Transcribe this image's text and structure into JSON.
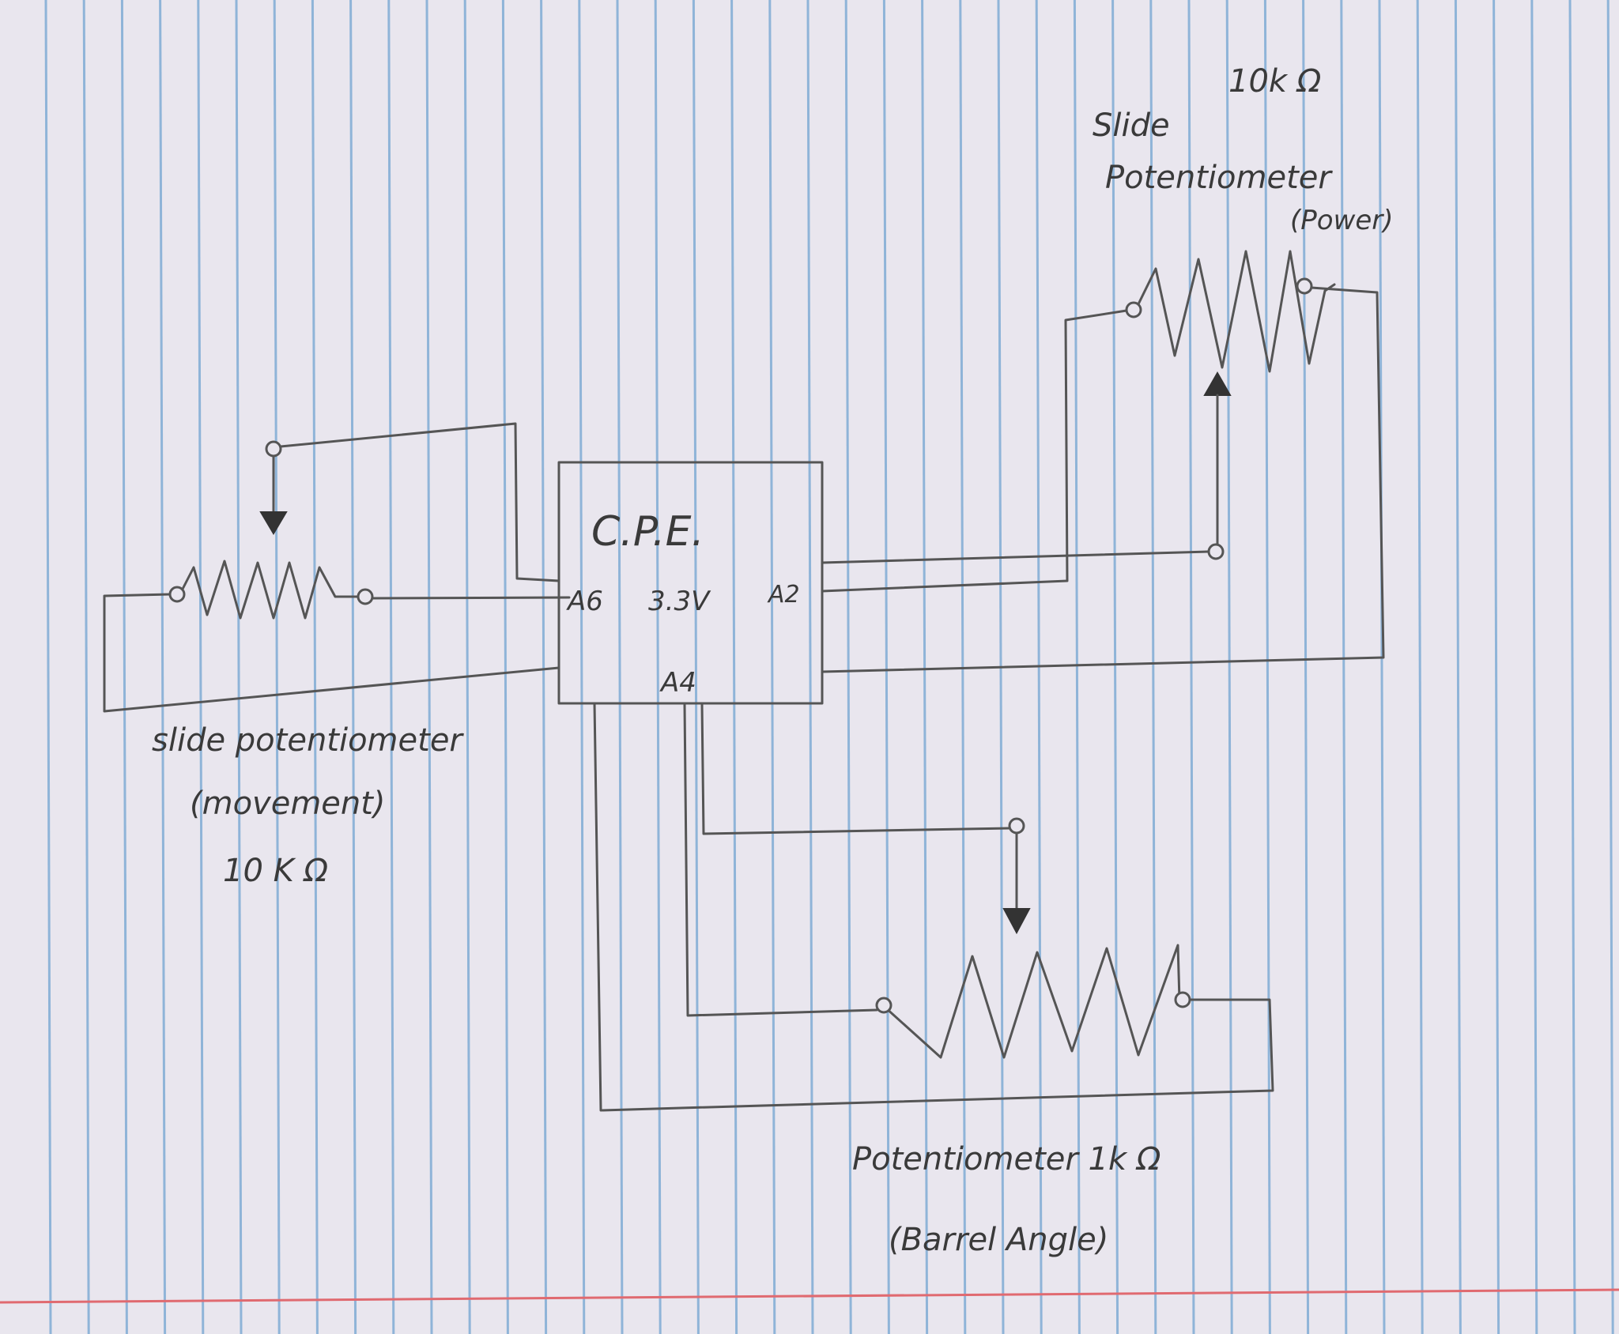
{
  "chip": {
    "label": "C.P.E.",
    "pins": {
      "a6": "A6",
      "v33": "3.3V",
      "a2": "A2",
      "a4": "A4"
    }
  },
  "left_pot": {
    "line1": "slide potentiometer",
    "line2": "(movement)",
    "line3": "10 K Ω"
  },
  "right_pot": {
    "value": "10k Ω",
    "line1": "Slide",
    "line2": "Potentiometer",
    "line3": "(Power)"
  },
  "bottom_pot": {
    "line1": "Potentiometer 1k Ω",
    "line2": "(Barrel Angle)"
  },
  "colors": {
    "paper": "#e9e6ee",
    "rule_blue": "#8fb4d8",
    "margin_red": "#e06a70",
    "pencil": "#555555"
  }
}
